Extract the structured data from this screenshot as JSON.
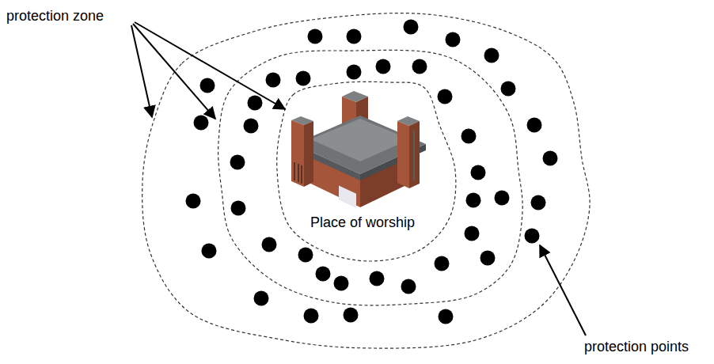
{
  "diagram": {
    "labels": [
      "protection zone",
      "Place of worship",
      "protection points"
    ]
  }
}
